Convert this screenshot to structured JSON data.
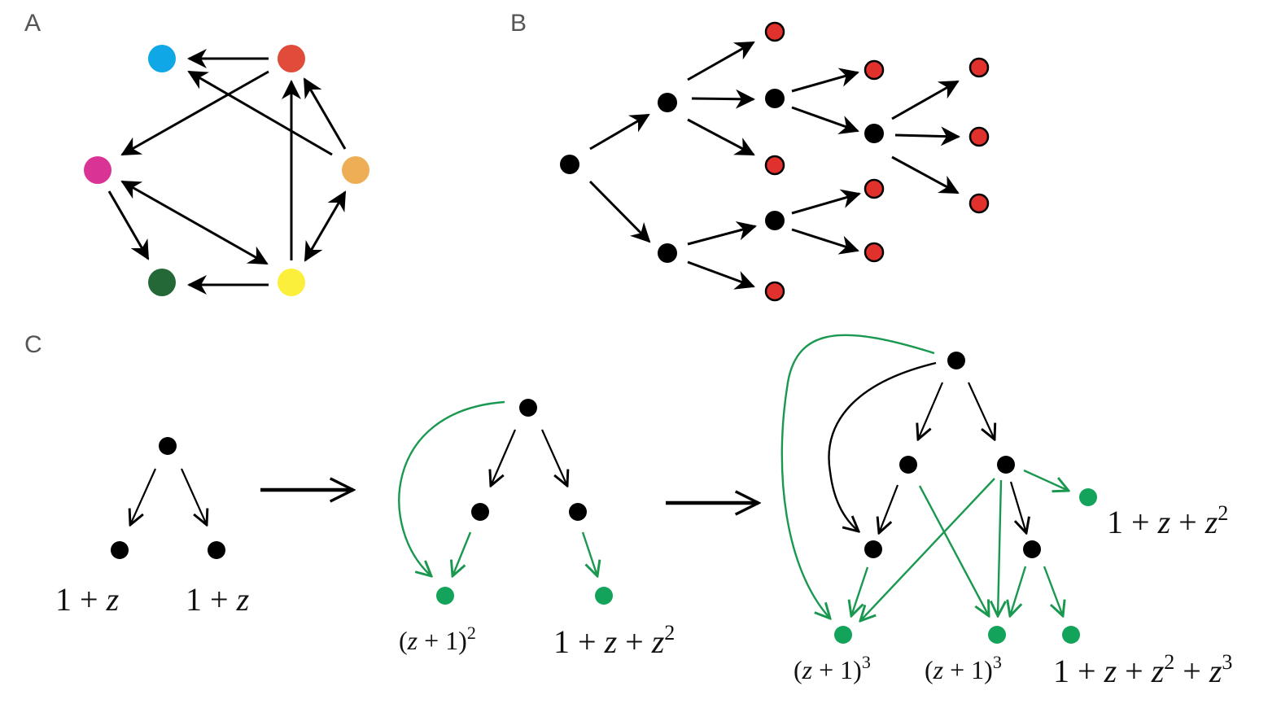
{
  "panels": {
    "a": {
      "label": "A"
    },
    "b": {
      "label": "B"
    },
    "c": {
      "label": "C"
    }
  },
  "colors": {
    "ink": "#000000",
    "green": "#1a9850",
    "green_dot": "#14a35a",
    "red_dot": "#e0312c",
    "node_blue": "#10a7e6",
    "node_red": "#e04b3a",
    "node_magenta": "#d93495",
    "node_orange": "#eeae55",
    "node_darkgreen": "#246838",
    "node_yellow": "#fcef3c"
  },
  "panel_c": {
    "stage1": {
      "left_poly": {
        "pre": "1 + ",
        "var": "z",
        "sup": ""
      },
      "right_poly": {
        "pre": "1 + ",
        "var": "z",
        "sup": ""
      }
    },
    "stage2": {
      "left_poly": {
        "open": "(",
        "var": "z",
        "post": " + 1)",
        "sup": "2"
      },
      "right_poly": {
        "pre": "1 + ",
        "var1": "z",
        "mid": " + ",
        "var2": "z",
        "sup": "2"
      }
    },
    "stage3": {
      "right_poly": {
        "pre": "1 + ",
        "var1": "z",
        "mid": " + ",
        "var2": "z",
        "sup": "2"
      },
      "bottom_left_poly": {
        "open": "(",
        "var": "z",
        "post": " + 1)",
        "sup": "3"
      },
      "bottom_mid_poly": {
        "open": "(",
        "var": "z",
        "post": " + 1)",
        "sup": "3"
      },
      "bottom_right_poly": {
        "pre": "1 + ",
        "var1": "z",
        "mid1": " + ",
        "var2": "z",
        "sup2": "2",
        "mid2": " + ",
        "var3": "z",
        "sup3": "3"
      }
    }
  }
}
